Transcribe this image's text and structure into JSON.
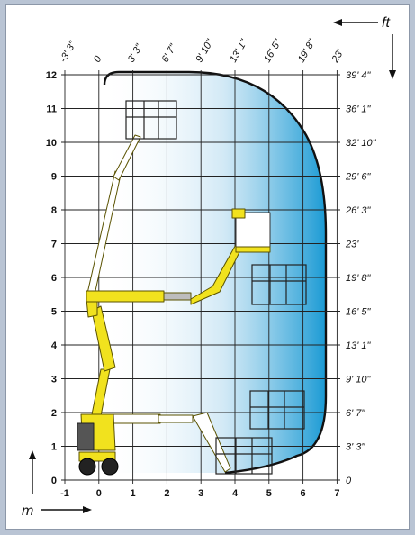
{
  "diagram": {
    "units": {
      "metric": "m",
      "imperial": "ft"
    },
    "x_ticks_m": [
      "-1",
      "0",
      "1",
      "2",
      "3",
      "4",
      "5",
      "6",
      "7"
    ],
    "y_ticks_m": [
      "0",
      "1",
      "2",
      "3",
      "4",
      "5",
      "6",
      "7",
      "8",
      "9",
      "10",
      "11",
      "12"
    ],
    "x_ticks_ft": [
      "-3' 3\"",
      "0",
      "3' 3\"",
      "6' 7\"",
      "9' 10\"",
      "13' 1\"",
      "16' 5\"",
      "19' 8\"",
      "23'"
    ],
    "y_ticks_ft": [
      "0",
      "3' 3\"",
      "6' 7\"",
      "9' 10\"",
      "13' 1\"",
      "16' 5\"",
      "19' 8\"",
      "23'",
      "26' 3\"",
      "29' 6\"",
      "32' 10\"",
      "36' 1\"",
      "39' 4\""
    ],
    "colors": {
      "boom": "#f1e21e",
      "boom_outline": "#5a5200",
      "envelope_fill": "#2ba6da",
      "envelope_line": "#111111",
      "grid": "#222222",
      "frame_bg": "#b9c4d4"
    }
  }
}
